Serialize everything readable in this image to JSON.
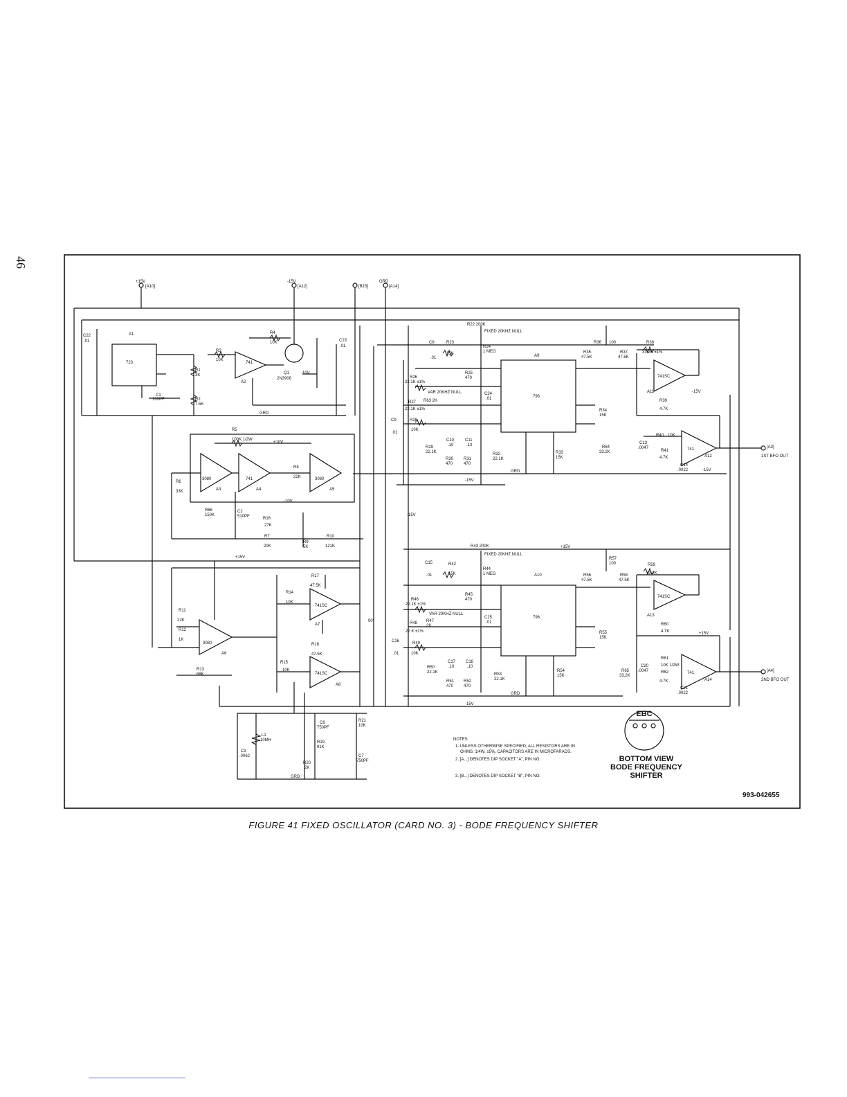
{
  "page_number": "46",
  "caption": "FIGURE 41  FIXED OSCILLATOR (CARD NO. 3) - BODE FREQUENCY SHIFTER",
  "drawing_number": "993-042655",
  "power": {
    "plus15": "+15V",
    "minus15": "-15V",
    "grd": "GRD",
    "a10": "[A10]",
    "a12": "[A12]",
    "b15": "[B15]",
    "a14": "[A14]",
    "plus10": "+10V",
    "minus10": "-10V",
    "grd_low": "GRD",
    "minus15_mid": "-15V",
    "plus15_mid": "+15V",
    "plus15_r43": "+15V"
  },
  "components": {
    "a1": "A1",
    "ic723": "723",
    "c22": "C22",
    "c22v": ".01",
    "c1": "C1",
    "c1v": "100PF",
    "r1": "R1",
    "r1v": "3K",
    "r2": "R2",
    "r2v": "7.5K",
    "tol": "±1%",
    "r3": "R3",
    "r3v": "10K",
    "r4": "R4",
    "r4v": "10K",
    "q1": "Q1",
    "q1v": "2N3906",
    "a2": "A2",
    "op741": "741",
    "c23": "C23",
    "c23v": ".01",
    "r5": "R5",
    "r5v": "100K 1/2W",
    "a3": "A3",
    "a4": "A4",
    "a5": "A5",
    "ota3080": "3080",
    "r6": "R6",
    "r6v": "33K",
    "half_w": "1/2W",
    "r8": "R8",
    "r8v": "22K",
    "r66": "R66",
    "r66v": "150K",
    "c2": "C2",
    "c2v": "510PF",
    "r16": "R16",
    "r16v": "27K",
    "r7": "R7",
    "r7v": "20K",
    "r9": "R9",
    "r9v": "5K",
    "r10": "R10",
    "r10v": "121K",
    "r22": "R22 200K",
    "fixed_null": "FIXED 20KHZ NULL",
    "var_null": "VAR 20KHZ NULL",
    "a9": "A9",
    "ic796": "796",
    "c8": "C8",
    "c8v": ".01",
    "r23": "R23",
    "r23v": "15K",
    "r24": "R24",
    "r24v": "1 MEG",
    "r25": "R25",
    "r25v": "470",
    "c24": "C24",
    "c24v": ".01",
    "r26": "R26",
    "r26v": "22.1K ±1%",
    "r27": "R27",
    "r27v": "22.1K ±1%",
    "r63": "R63 2K",
    "c9": "C9",
    "c9v": ".01",
    "r28": "R28",
    "r28v": "10K",
    "r29": "R29",
    "r29v": "22.1K",
    "c10": "C10",
    "c10v": ".10",
    "c11": "C11",
    "c11v": ".10",
    "r30": "R30",
    "r30v": "470",
    "r31": "R31",
    "r31v": "470",
    "r32": "R32",
    "r32v": "22.1K",
    "r33": "R33",
    "r33v": "15K",
    "r34": "R34",
    "r34v": "15K",
    "r35": "R35",
    "r35v": "47.5K",
    "r36": "R36",
    "r36v": "100",
    "r37": "R37",
    "r37v": "47.5K",
    "r38": "R38",
    "r38v": "33.2K ±1%",
    "a11": "A11",
    "op741sc": "741SC",
    "r39": "R39",
    "r39v": "4.7K",
    "r64": "R64",
    "r64v": "33.2K",
    "r40": "R40",
    "r40v": "10K",
    "r41": "R41",
    "r41v": "4.7K",
    "c13": "C13",
    "c13v": ".0047",
    "c14": "C14",
    "c14v": ".0022",
    "a12": "A12",
    "out1_pin": "[A3]",
    "out1_label": "1ST BFO OUT",
    "r11": "R11",
    "r11v": "22K",
    "r12": "R12",
    "r12v": "1K",
    "r13": "R13",
    "r13v": "68K",
    "a6": "A6",
    "r14": "R14",
    "r14v": "10K",
    "r17": "R17",
    "r17v": "47.5K",
    "a7": "A7",
    "r15": "R15",
    "r15v": "10K",
    "r18": "R18",
    "r18v": "47.5K",
    "a8": "A8",
    "deg90": "90°",
    "c6": "C6",
    "c6v": "750PF",
    "r21": "R21",
    "r21v": "10K",
    "r19": "R19",
    "r19v": "91K",
    "r20": "R20",
    "r20v": "2K",
    "c7": "C7",
    "c7v": "750PF",
    "l1": "L1",
    "l1v": "10MH",
    "c3": "C3",
    "c3v": ".0062",
    "r43": "R43 200K",
    "a10": "A10",
    "c15": "C15",
    "c15v": ".01",
    "r42": "R42",
    "r42v": "15K",
    "r44": "R44",
    "r44v": "1 MEG",
    "r45": "R45",
    "r45v": "470",
    "c25": "C25",
    "c25v": ".01",
    "r46": "R46",
    "r46v": "22.1K ±1%",
    "r47": "R47",
    "r47v": "2K",
    "r48": "R48",
    "r48v": "22 K ±1%",
    "c16": "C16",
    "c16v": ".01",
    "r49": "R49",
    "r49v": "10K",
    "r50": "R50",
    "r50v": "22.1K",
    "c17": "C17",
    "c17v": ".10",
    "c18": "C18",
    "c18v": ".10",
    "r51": "R51",
    "r51v": "470",
    "r52": "R52",
    "r52v": "470",
    "r53": "R53",
    "r53v": "22.1K",
    "r54": "R54",
    "r54v": "15K",
    "r55": "R55",
    "r55v": "15K",
    "r56": "R56",
    "r56v": "47.5K",
    "r57": "R57",
    "r57v": "100",
    "r58": "R58",
    "r58v": "47.5K",
    "r59": "R59",
    "r59v": "33.2K",
    "a13": "A13",
    "r60": "R60",
    "r60v": "4.7K",
    "r65": "R65",
    "r65v": "33.2K",
    "r61": "R61",
    "r61v": "10K 1/2W",
    "r62": "R62",
    "r62v": "4.7K",
    "c20": "C20",
    "c20v": ".0047",
    "c21": "C21",
    "c21v": ".0022",
    "a14": "A14",
    "out2_pin": "[A4]",
    "out2_label": "2ND BFO OUT"
  },
  "notes": {
    "title": "NOTES",
    "n1a": "1. UNLESS OTHERWISE SPECIFIED, ALL RESISTORS ARE IN",
    "n1b": "OHMS, 1/4W, ±5%, CAPACITORS ARE IN MICROFARADS.",
    "n2": "2. [A...] DENOTES DIP SOCKET \"A\", PIN NO.",
    "n3": "3. [B...] DENOTES DIP SOCKET \"B\", PIN NO."
  },
  "bottom_view": {
    "ebc": "EBC",
    "line1": "BOTTOM VIEW",
    "line2": "BODE FREQUENCY",
    "line3": "SHIFTER"
  }
}
